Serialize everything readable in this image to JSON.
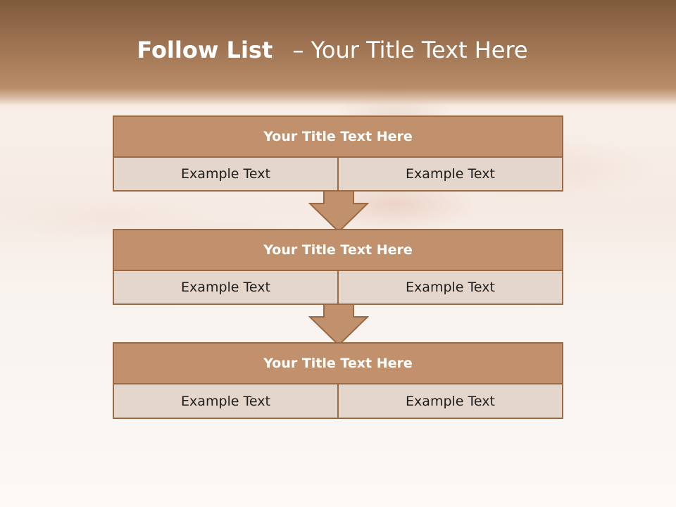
{
  "slide": {
    "title_bold": "Follow List",
    "title_dash": "–",
    "title_rest": "Your Title Text Here"
  },
  "steps": [
    {
      "title": "Your Title Text Here",
      "left": "Example Text",
      "right": "Example Text"
    },
    {
      "title": "Your Title Text Here",
      "left": "Example Text",
      "right": "Example Text"
    },
    {
      "title": "Your Title Text Here",
      "left": "Example Text",
      "right": "Example Text"
    }
  ],
  "colors": {
    "header_fill": "#c0916c",
    "cell_fill": "#e5d6cc",
    "border": "#9b6a45",
    "arrow_fill": "#c0916c"
  }
}
